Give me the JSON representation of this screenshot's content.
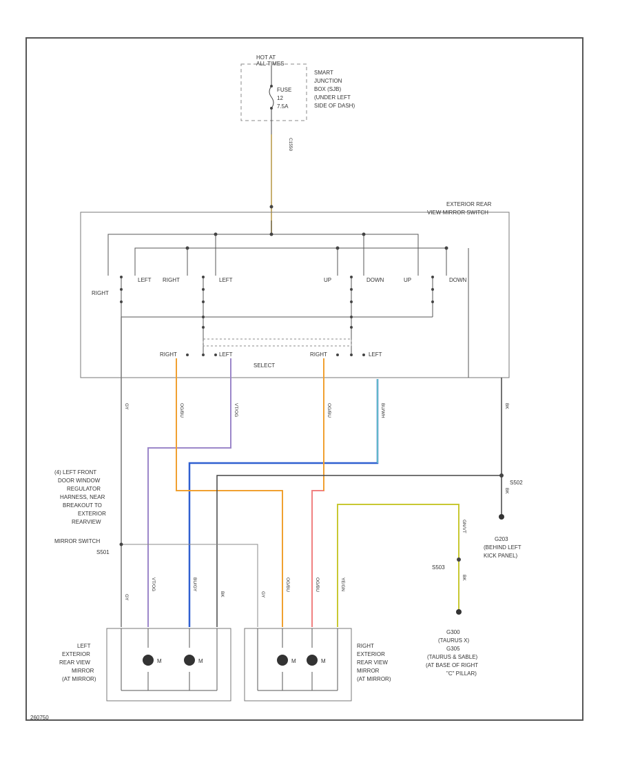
{
  "power_source": {
    "lines": [
      "HOT AT",
      "ALL TIMES"
    ]
  },
  "junction_box": {
    "lines": [
      "SMART",
      "JUNCTION",
      "BOX (SJB)",
      "(UNDER LEFT",
      "SIDE OF DASH)"
    ]
  },
  "fuse": {
    "lines": [
      "FUSE",
      "12",
      "7.5A"
    ]
  },
  "feed_circuit": "C1550",
  "switch": {
    "title_lines": [
      "EXTERIOR REAR",
      "VIEW MIRROR SWITCH"
    ],
    "select_label": "SELECT",
    "contact_labels": {
      "right_a": "RIGHT",
      "left_a": "LEFT",
      "right_b": "RIGHT",
      "left_b": "LEFT",
      "up_a": "UP",
      "down_a": "DOWN",
      "up_b": "UP",
      "down_b": "DOWN"
    },
    "select_labels": {
      "right_1": "RIGHT",
      "left_1": "LEFT",
      "right_2": "RIGHT",
      "left_2": "LEFT"
    }
  },
  "wire_colors": {
    "gray": "GY",
    "violet_orange": "VT/OG",
    "blue_gray": "BU/GY",
    "orange_blue": "OG/BU",
    "blue_white": "BU/WH",
    "black": "BK",
    "yellow_green": "YE/GN",
    "green_violet": "GN/VT"
  },
  "colors": {
    "violet": "#9b86c9",
    "blue": "#2f5fd0",
    "orange": "#f0a030",
    "red": "#f08080",
    "yellow_green": "#c8c832",
    "cyan": "#60b8c8",
    "dark": "#444444"
  },
  "harness_note": {
    "lines": [
      "(4) LEFT FRONT",
      "DOOR WINDOW",
      "REGULATOR",
      "HARNESS, NEAR",
      "BREAKOUT TO",
      "EXTERIOR",
      "REARVIEW",
      "MIRROR SWITCH",
      "S501"
    ]
  },
  "splice_s502": "S502",
  "splice_s503": "S503",
  "ground_g203": {
    "lines": [
      "G203",
      "(BEHIND LEFT",
      "KICK PANEL)"
    ]
  },
  "ground_g300": {
    "lines": [
      "G300",
      "(TAURUS X)",
      "G305",
      "(TAURUS & SABLE)",
      "(AT BASE OF RIGHT",
      "\"C\" PILLAR)"
    ]
  },
  "left_mirror": {
    "lines": [
      "LEFT",
      "EXTERIOR",
      "REAR VIEW",
      "MIRROR",
      "(AT MIRROR)"
    ],
    "motor_labels": [
      "M",
      "M"
    ]
  },
  "right_mirror": {
    "lines": [
      "RIGHT",
      "EXTERIOR",
      "REAR VIEW",
      "MIRROR",
      "(AT MIRROR)"
    ],
    "motor_labels": [
      "M",
      "M"
    ]
  },
  "figure_id": "260750"
}
